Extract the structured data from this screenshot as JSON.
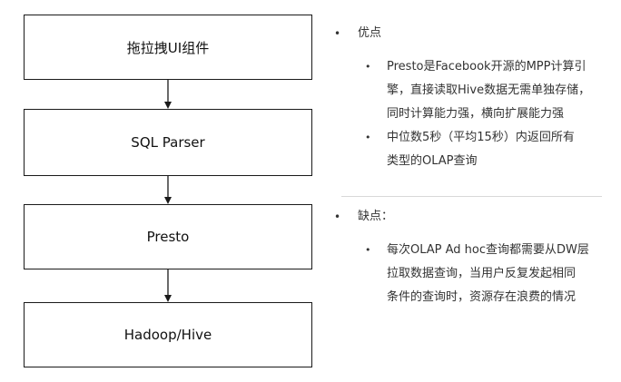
{
  "flow": {
    "boxes": [
      {
        "label": "拖拉拽UI组件"
      },
      {
        "label": "SQL Parser"
      },
      {
        "label": "Presto"
      },
      {
        "label": "Hadoop/Hive"
      }
    ]
  },
  "notes": {
    "pros": {
      "title": "优点",
      "items": [
        {
          "lines": [
            "Presto是Facebook开源的MPP计算引",
            "擎，直接读取Hive数据无需单独存储，",
            "同时计算能力强，横向扩展能力强"
          ]
        },
        {
          "lines": [
            "中位数5秒（平均15秒）内返回所有",
            "类型的OLAP查询"
          ]
        }
      ]
    },
    "cons": {
      "title": "缺点：",
      "items": [
        {
          "lines": [
            "每次OLAP Ad hoc查询都需要从DW层",
            "拉取数据查询，当用户反复发起相同",
            "条件的查询时，资源存在浪费的情况"
          ]
        }
      ]
    }
  },
  "colors": {
    "box_border": "#1a1a1a",
    "arrow": "#1a1a1a",
    "text": "#333333",
    "divider": "#d8d8d8"
  }
}
